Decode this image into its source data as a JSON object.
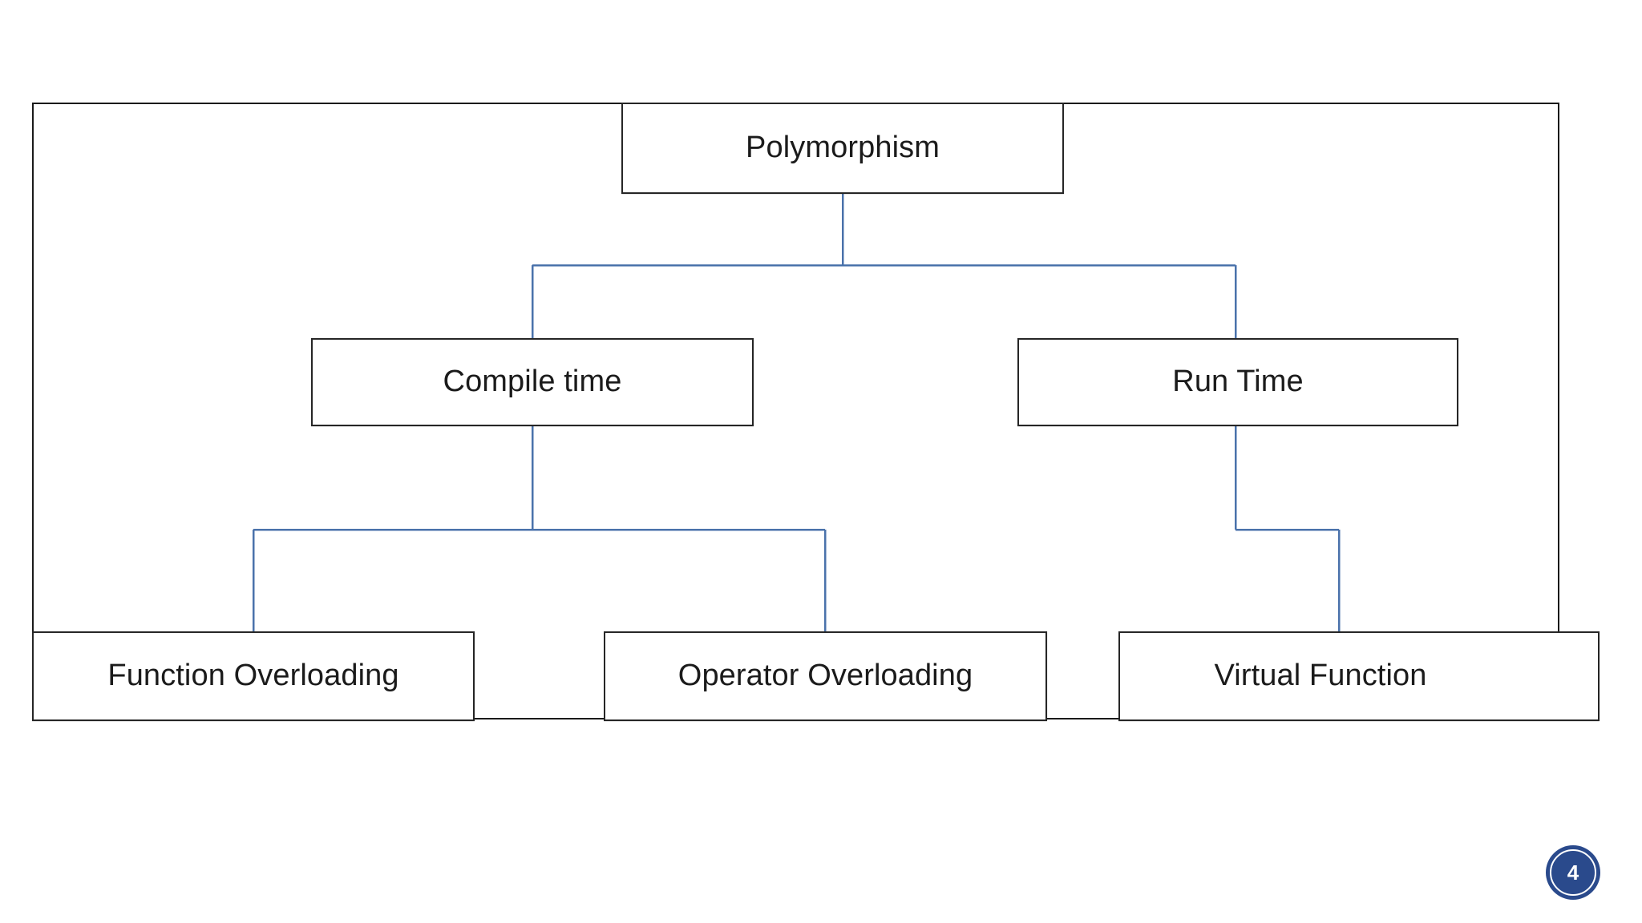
{
  "slide": {
    "page_number": "4",
    "background_color": "#ffffff"
  },
  "diagram": {
    "type": "hierarchy-tree",
    "frame_border_color": "#1a1a1a",
    "connector_color": "#4a72ab",
    "node_border_color": "#262626",
    "node_fill_color": "#ffffff",
    "text_color": "#1b1b1b",
    "levels": [
      {
        "level": 1,
        "nodes": [
          {
            "id": "polymorphism",
            "label": "Polymorphism"
          }
        ]
      },
      {
        "level": 2,
        "nodes": [
          {
            "id": "compile-time",
            "label": "Compile time",
            "parent": "polymorphism"
          },
          {
            "id": "run-time",
            "label": "Run Time",
            "parent": "polymorphism"
          }
        ]
      },
      {
        "level": 3,
        "nodes": [
          {
            "id": "function-overloading",
            "label": "Function Overloading",
            "parent": "compile-time"
          },
          {
            "id": "operator-overloading",
            "label": "Operator Overloading",
            "parent": "compile-time"
          },
          {
            "id": "virtual-function",
            "label": "Virtual Function",
            "parent": "run-time"
          }
        ]
      }
    ]
  }
}
